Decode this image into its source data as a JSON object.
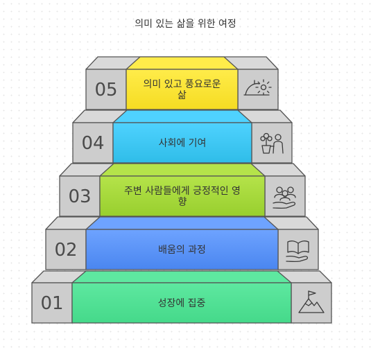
{
  "title": "의미 있는 삶을 위한 여정",
  "steps": [
    {
      "number": "01",
      "label_lines": [
        "성장에 집중"
      ],
      "color": "#5ee8a0",
      "color_dark": "#45d98a",
      "icon": "mountain-flag-icon"
    },
    {
      "number": "02",
      "label_lines": [
        "배움의 과정"
      ],
      "color": "#6ea3ff",
      "color_dark": "#4a86f0",
      "icon": "book-in-hand-icon"
    },
    {
      "number": "03",
      "label_lines": [
        "주변 사람들에게 긍정적인 영",
        "향"
      ],
      "color": "#b5e34a",
      "color_dark": "#98cf2e",
      "icon": "people-in-hand-icon"
    },
    {
      "number": "04",
      "label_lines": [
        "사회에 기여"
      ],
      "color": "#4fd2ff",
      "color_dark": "#2fbde8",
      "icon": "plant-person-icon"
    },
    {
      "number": "05",
      "label_lines": [
        "의미 있고 풍요로운",
        "삶"
      ],
      "color": "#ffec4a",
      "color_dark": "#f5dc22",
      "icon": "sunrise-icon"
    }
  ]
}
